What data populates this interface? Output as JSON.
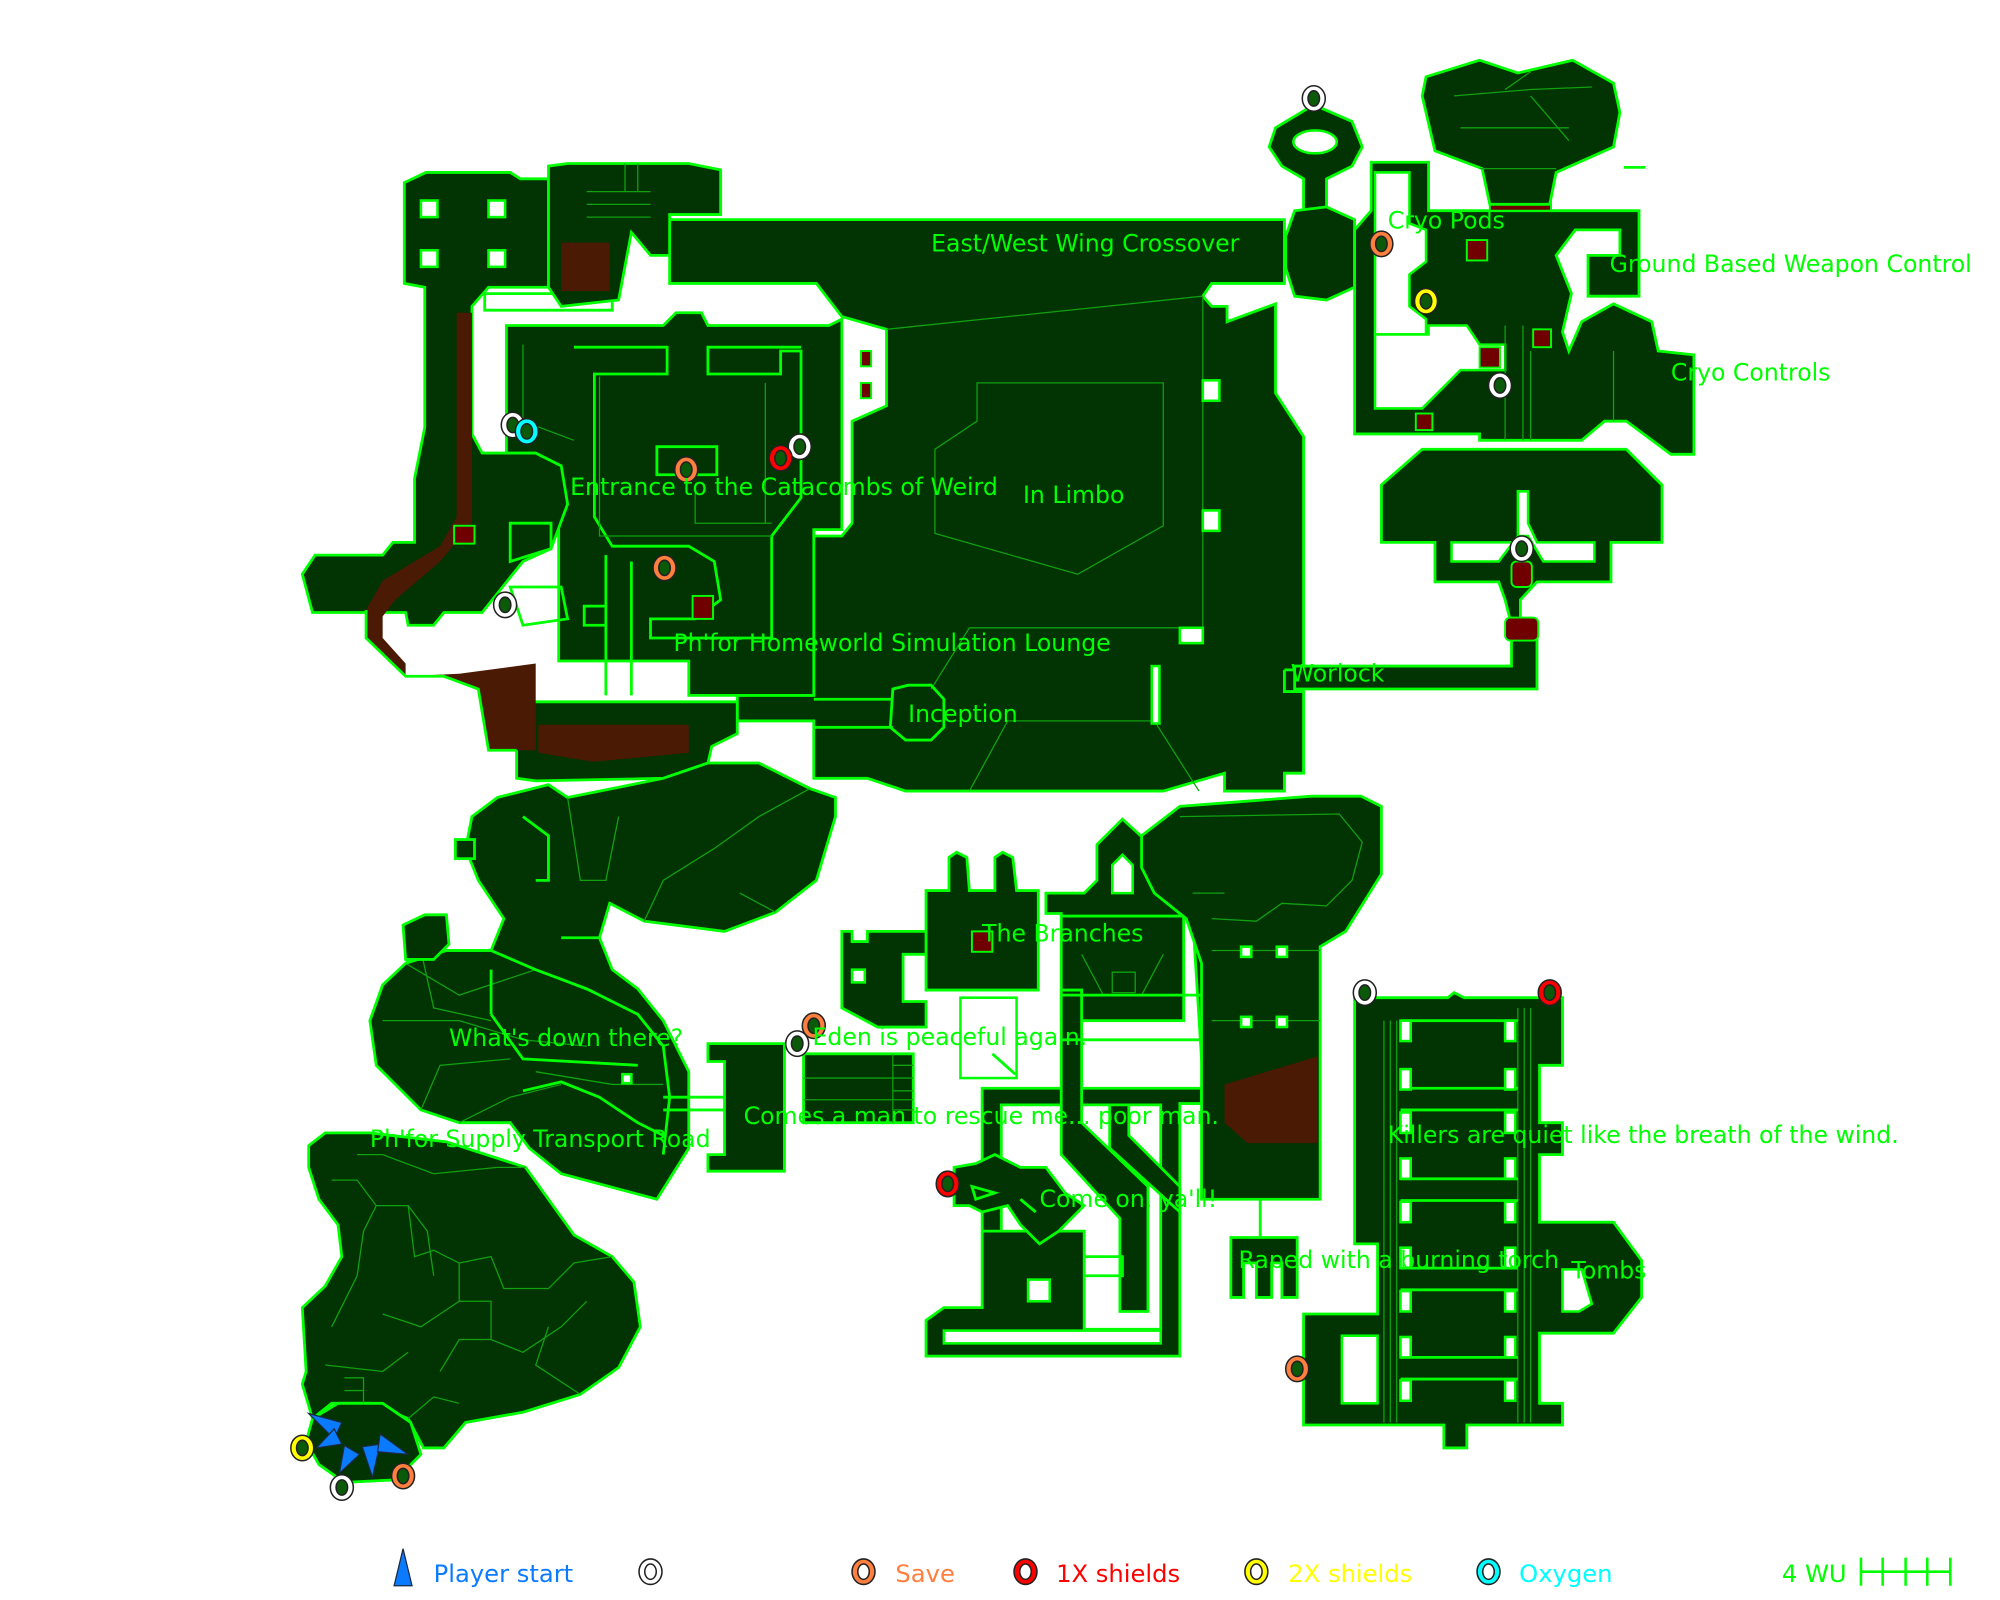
{
  "map": {
    "labels": {
      "east_west": "East/West Wing Crossover",
      "cryo_pods": "Cryo Pods",
      "weapon_control": "Ground Based Weapon Control",
      "cryo_controls": "Cryo Controls",
      "catacombs": "Entrance to the Catacombs of Weird",
      "limbo": "In Limbo",
      "homeworld": "Ph'for Homeworld Simulation Lounge",
      "worlock": "Worlock",
      "inception": "Inception",
      "branches": "The Branches",
      "down_there": "What's down there?",
      "eden": "Eden is peaceful again.",
      "rescue": "Comes a man to rescue me... poor man.",
      "supply_road": "Ph'for Supply Transport Road",
      "killers": "Killers are quiet like the breath of the wind.",
      "come_on": "Come on, ya'll!",
      "torch": "Raped with a burning torch",
      "tombs": "Tombs"
    }
  },
  "legend": {
    "player_start": "Player start",
    "save": "Save",
    "shields_1x": "1X shields",
    "shields_2x": "2X shields",
    "oxygen": "Oxygen",
    "scale": "4 WU"
  },
  "colors": {
    "floor": "#023302",
    "wall": "#00ff00",
    "player": "#0a7bff",
    "save": "#ff7f3f",
    "shields_1x": "#ff0000",
    "shields_2x": "#ffff00",
    "oxygen": "#00ffff"
  }
}
